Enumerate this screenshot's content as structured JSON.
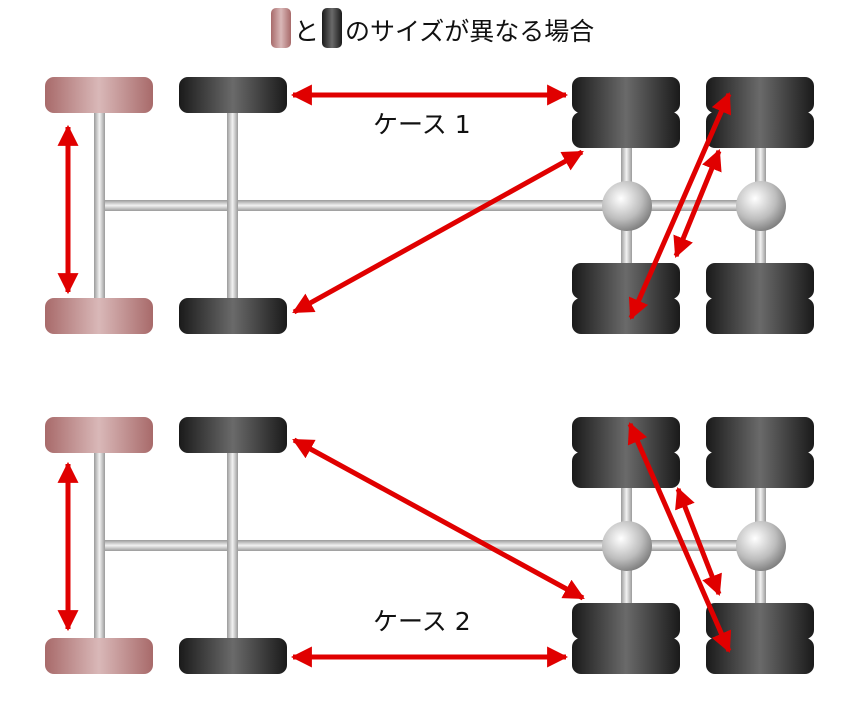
{
  "title": {
    "connector": "と",
    "rest": "のサイズが異なる場合",
    "legend_colors": {
      "front": "#b07676",
      "rear": "#2a2a2a"
    }
  },
  "cases": [
    {
      "label": "ケース 1"
    },
    {
      "label": "ケース 2"
    }
  ],
  "colors": {
    "arrow": "#e00000",
    "front_tire": "#b07676",
    "rear_tire": "#2a2a2a",
    "axle": "#bcbcbc",
    "hub": "#bdbdbd"
  }
}
